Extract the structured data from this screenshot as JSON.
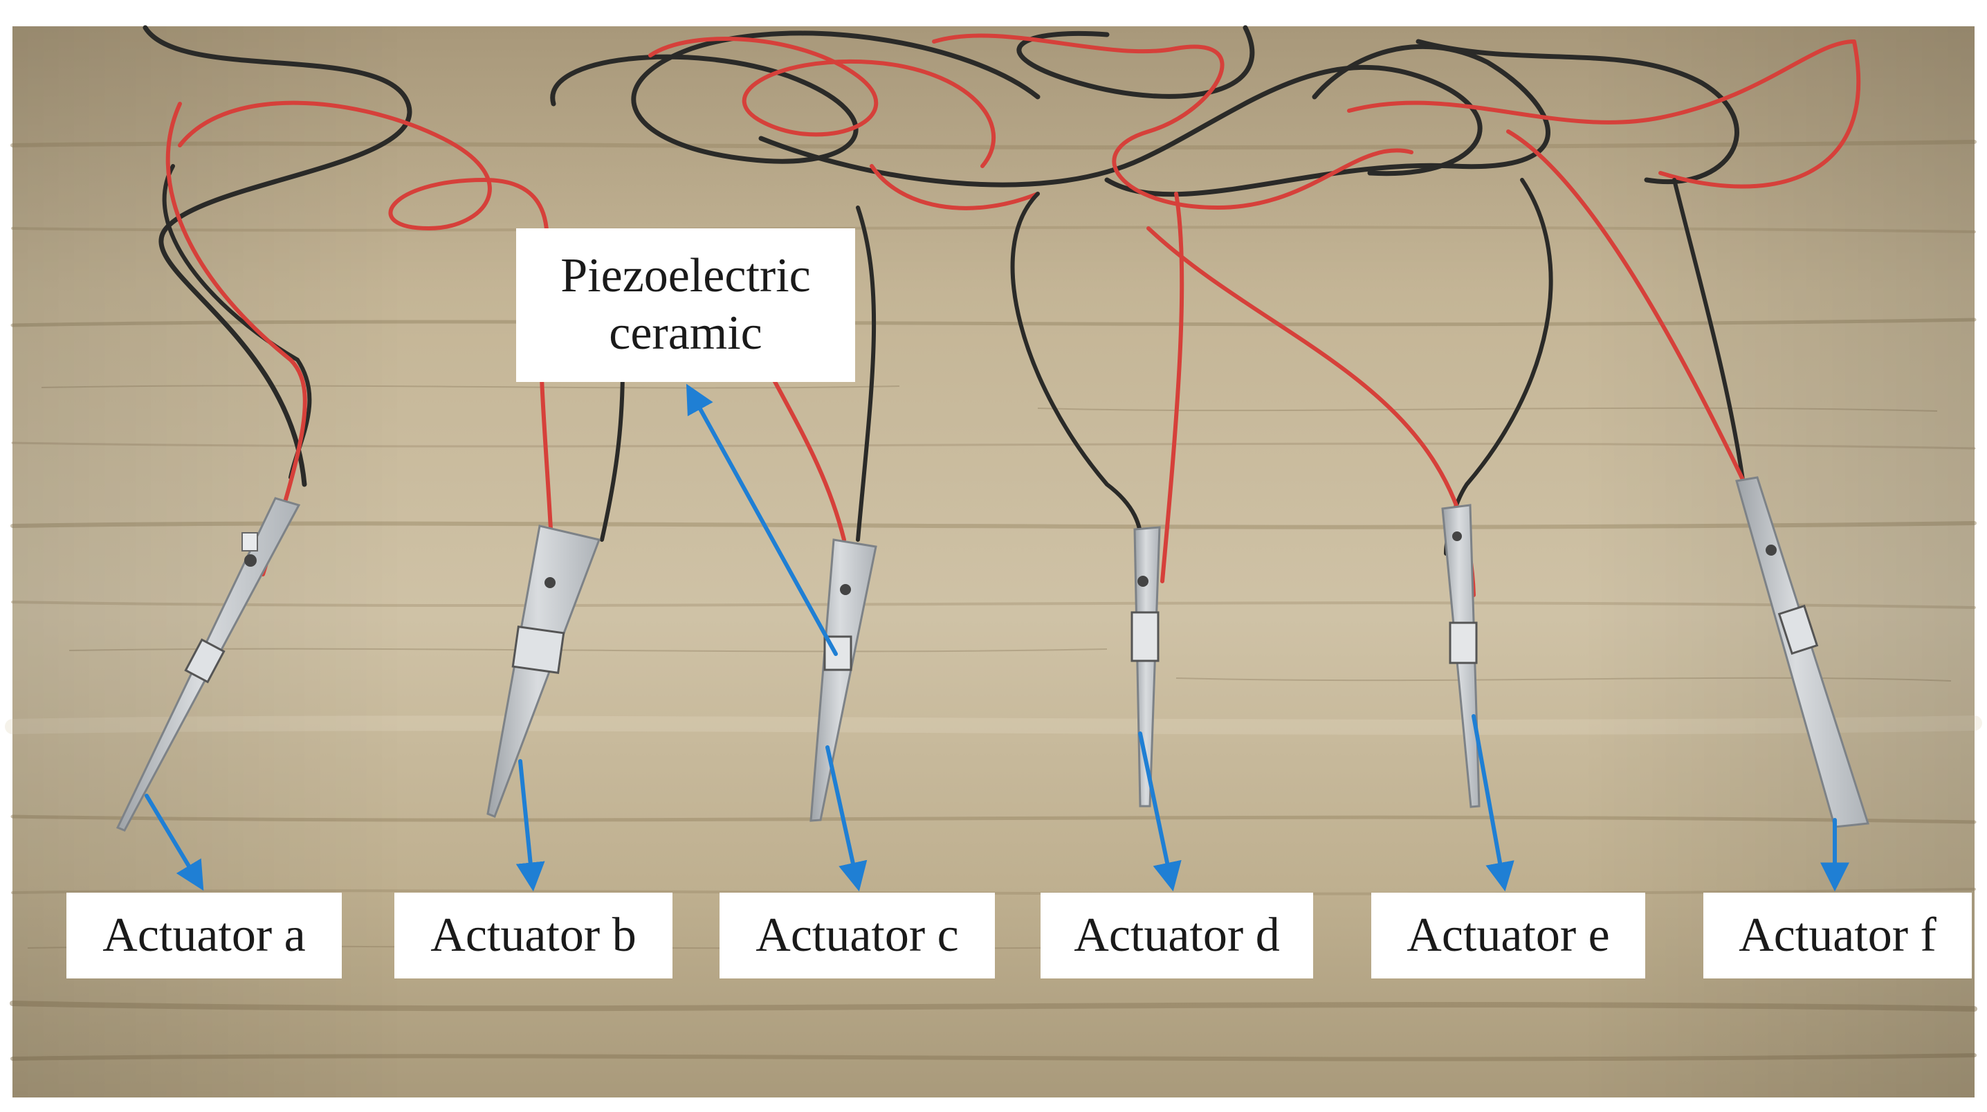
{
  "image": {
    "subject": "six piezoelectric cantilever actuators with red and black lead wires on a wooden table",
    "colors": {
      "background": "#ffffff",
      "wood_light": "#cbbd9f",
      "wood_mid": "#b6a684",
      "wood_dark": "#8e7c5c",
      "wire_red": "#d6403a",
      "wire_black": "#2a2a28",
      "metal": "#c9ccd0",
      "arrow": "#1f7fd4"
    }
  },
  "labels": {
    "piezo_line1": "Piezoelectric",
    "piezo_line2": "ceramic",
    "actuator_a": "Actuator a",
    "actuator_b": "Actuator b",
    "actuator_c": "Actuator c",
    "actuator_d": "Actuator d",
    "actuator_e": "Actuator e",
    "actuator_f": "Actuator f"
  }
}
